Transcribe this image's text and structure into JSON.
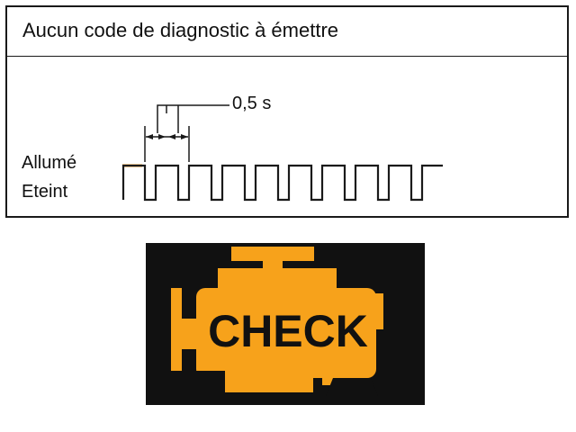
{
  "diagram": {
    "title": "Aucun code de diagnostic à émettre",
    "state_on_label": "Allumé",
    "state_off_label": "Eteint",
    "timing_label": "0,5 s",
    "pulse_period_s": 0.5
  },
  "lamp": {
    "text": "CHECK",
    "icon": "engine-icon"
  },
  "colors": {
    "lamp_amber": "#f7a21b",
    "lamp_background": "#111111",
    "initial_on_marker": "#f39a1b",
    "line": "#1a1a1a"
  }
}
